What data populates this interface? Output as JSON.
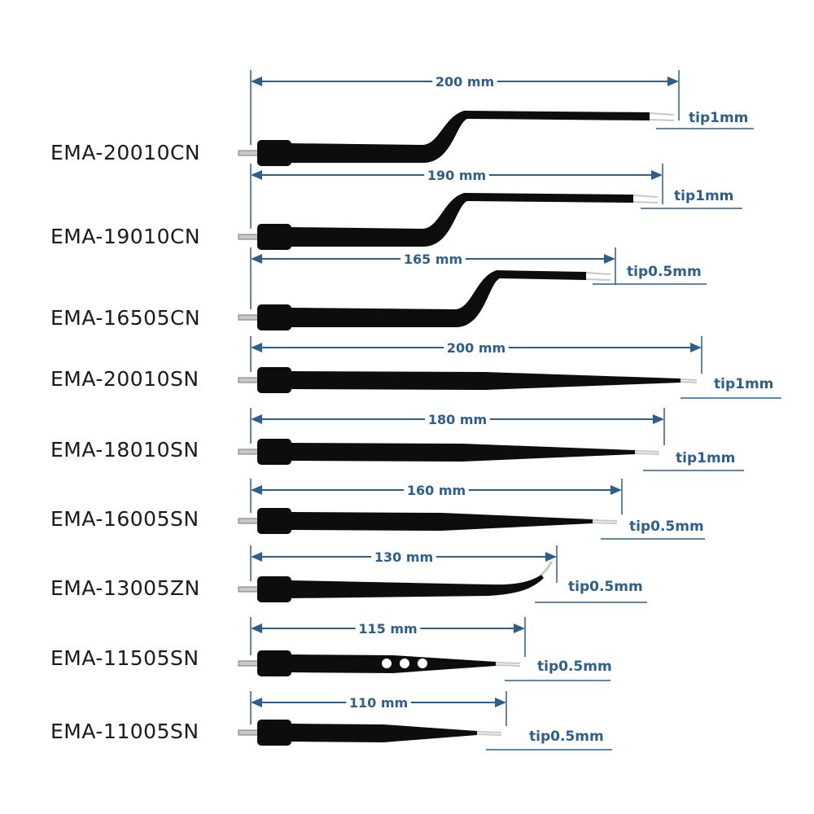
{
  "colors": {
    "dimension": "#2e5e8a",
    "instrument": "#0d0d0d",
    "metal": "#c8c8c8",
    "label": "#1a1a1a"
  },
  "instruments": [
    {
      "model": "EMA-20010CN",
      "length": "200 mm",
      "tip": "tip1mm",
      "shape": "bayonet"
    },
    {
      "model": "EMA-19010CN",
      "length": "190 mm",
      "tip": "tip1mm",
      "shape": "bayonet"
    },
    {
      "model": "EMA-16505CN",
      "length": "165 mm",
      "tip": "tip0.5mm",
      "shape": "bayonet"
    },
    {
      "model": "EMA-20010SN",
      "length": "200 mm",
      "tip": "tip1mm",
      "shape": "straight"
    },
    {
      "model": "EMA-18010SN",
      "length": "180 mm",
      "tip": "tip1mm",
      "shape": "straight"
    },
    {
      "model": "EMA-16005SN",
      "length": "160 mm",
      "tip": "tip0.5mm",
      "shape": "straight"
    },
    {
      "model": "EMA-13005ZN",
      "length": "130 mm",
      "tip": "tip0.5mm",
      "shape": "curved"
    },
    {
      "model": "EMA-11505SN",
      "length": "115 mm",
      "tip": "tip0.5mm",
      "shape": "perforated"
    },
    {
      "model": "EMA-11005SN",
      "length": "110 mm",
      "tip": "tip0.5mm",
      "shape": "straight"
    }
  ]
}
